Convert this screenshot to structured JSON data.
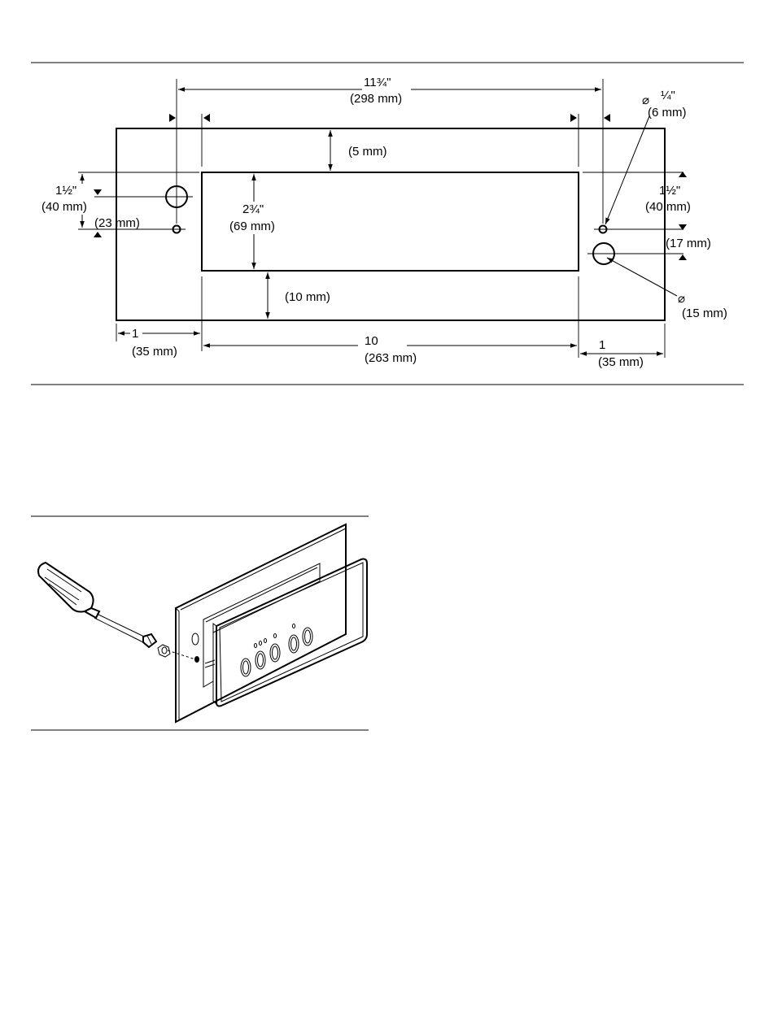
{
  "cutout_diagram": {
    "overall_width": {
      "fraction": "11¾\"",
      "mm": "(298 mm)"
    },
    "hole_small": {
      "symbol": "⌀",
      "fraction": "¼\"",
      "mm": "(6 mm)"
    },
    "hole_large": {
      "symbol": "⌀",
      "mm": "(15 mm)"
    },
    "top_margin": {
      "mm": "(5 mm)"
    },
    "bottom_margin": {
      "mm": "(10 mm)"
    },
    "opening_height": {
      "fraction": "2¾\"",
      "mm": "(69 mm)"
    },
    "left_vertical": {
      "fraction": "1½\"",
      "mm": "(40 mm)"
    },
    "left_small_offset": {
      "mm": "(23 mm)"
    },
    "right_vertical": {
      "fraction": "1½\"",
      "mm": "(40 mm)"
    },
    "right_small_offset": {
      "mm": "(17 mm)"
    },
    "left_edge": {
      "value": "1",
      "mm": "(35 mm)"
    },
    "opening_width": {
      "value": "10",
      "mm": "(263 mm)"
    },
    "right_edge": {
      "value": "1",
      "mm": "(35 mm)"
    }
  },
  "installation_illustration": {
    "elements": [
      "screwdriver-icon",
      "nut-icon",
      "mounting-plate",
      "control-panel"
    ]
  }
}
